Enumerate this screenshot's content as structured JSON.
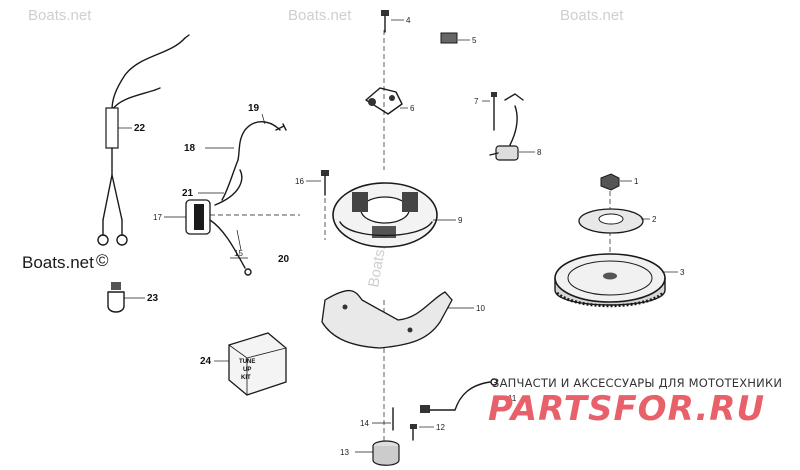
{
  "watermarks": {
    "top_left": "Boats.net",
    "top_center": "Boats.net",
    "top_right": "Boats.net",
    "left": "Boats.net",
    "left_symbol": "©",
    "center_vertical": "Boats.net ©"
  },
  "callouts": {
    "c1": "1",
    "c2": "2",
    "c3": "3",
    "c4": "4",
    "c5": "5",
    "c6": "6",
    "c7": "7",
    "c8": "8",
    "c9": "9",
    "c10": "10",
    "c11": "11",
    "c12": "12",
    "c13": "13",
    "c14": "14",
    "c15": "15",
    "c16": "16",
    "c17": "17",
    "c18": "18",
    "c19": "19",
    "c20": "20",
    "c21": "21",
    "c22": "22",
    "c23": "23",
    "c24": "24"
  },
  "tune_up_kit_box": [
    "TUNE",
    "UP",
    "KIT"
  ],
  "branding": {
    "tagline": "ЗАПЧАСТИ И АКСЕССУАРЫ ДЛЯ МОТОТЕХНИКИ",
    "logo_text": "PARTSFOR.RU",
    "logo_color": "#e8606a"
  }
}
